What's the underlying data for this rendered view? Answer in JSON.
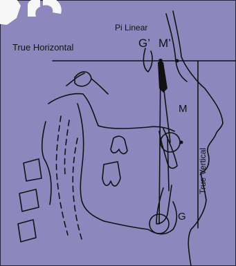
{
  "labels": {
    "pi_linear": "Pi Linear",
    "true_horizontal": "True Horizontal",
    "g_prime": "G’",
    "m_prime": "M’",
    "m": "M",
    "g": "G",
    "true_vertical": "True Vertical"
  },
  "colors": {
    "background": "#8c88be",
    "ink": "#111111",
    "watermark": "#f7f7f7"
  }
}
